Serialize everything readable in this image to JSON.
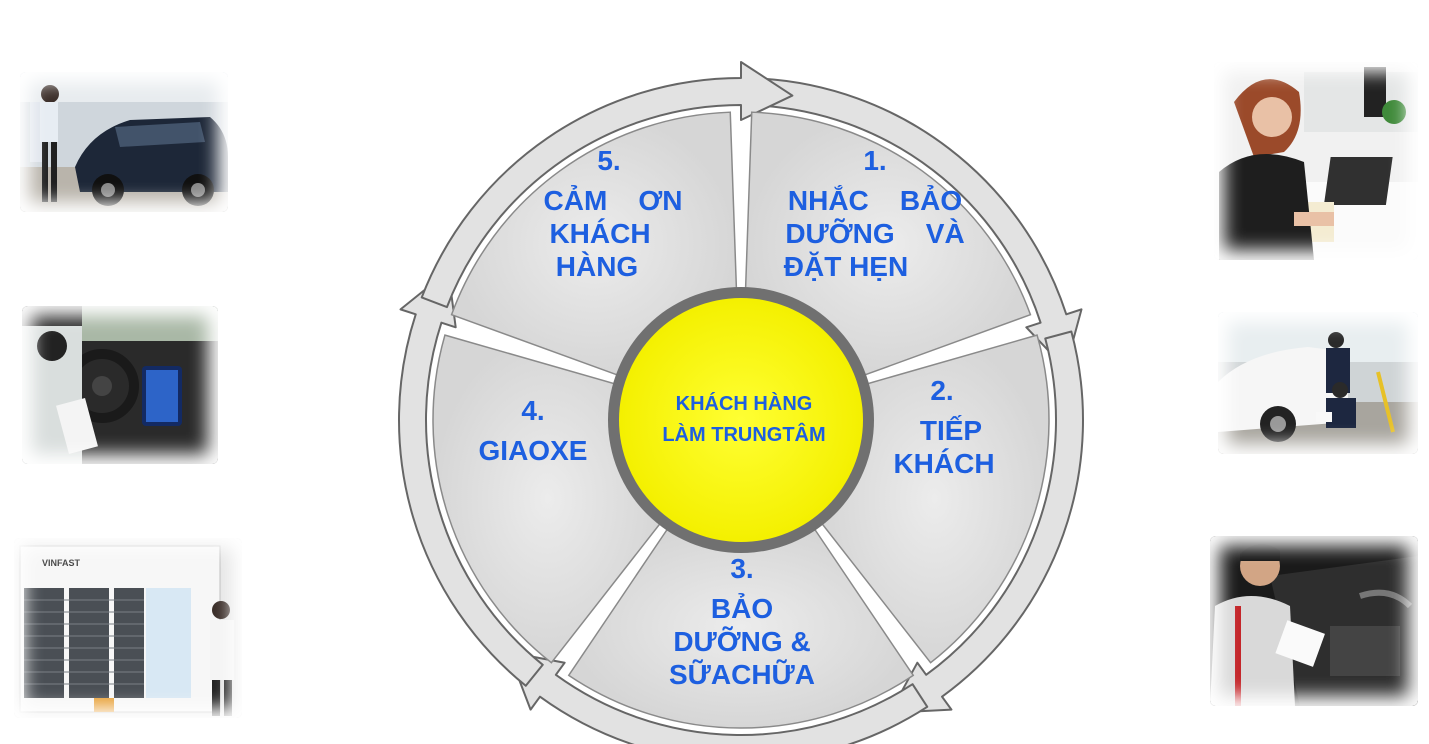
{
  "center": {
    "line1": "KHÁCH HÀNG",
    "line2": "LÀM TRUNGTÂM"
  },
  "steps": [
    {
      "number": "1.",
      "lines": [
        "NHẮC    BẢO",
        "DƯỠNG    VÀ",
        "ĐẶT HẸN"
      ]
    },
    {
      "number": "2.",
      "lines": [
        "TIẾP",
        "KHÁCH"
      ]
    },
    {
      "number": "3.",
      "lines": [
        "BẢO",
        "DƯỠNG &",
        "SỮACHỮA"
      ]
    },
    {
      "number": "4.",
      "lines": [
        "GIAOXE"
      ]
    },
    {
      "number": "5.",
      "lines": [
        "CẢM    ƠN",
        "KHÁCH",
        "HÀNG"
      ]
    }
  ],
  "photos": {
    "left_top": "car-inspection-photo",
    "left_middle": "car-delivery-interior-photo",
    "left_bottom": "service-board-photo",
    "right_top": "phone-reminder-photo",
    "right_middle": "customer-reception-photo",
    "right_bottom": "repair-technician-photo",
    "board_brand": "VINFAST"
  },
  "colors": {
    "text_blue": "#1d5fe0",
    "center_yellow": "#ffff1a",
    "segment_fill": "#dcdcdc",
    "outline": "#6e6e6e"
  }
}
